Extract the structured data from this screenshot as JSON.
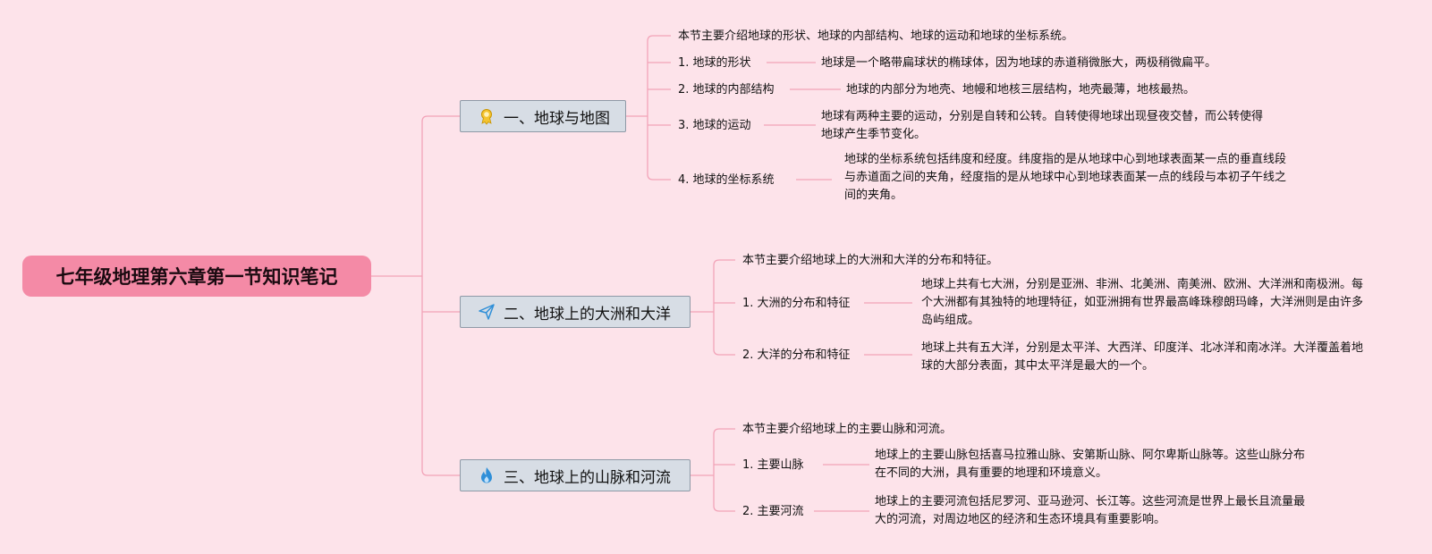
{
  "root": {
    "title": "七年级地理第六章第一节知识笔记"
  },
  "branches": [
    {
      "title": "一、地球与地图",
      "icon": "award-icon",
      "intro": "本节主要介绍地球的形状、地球的内部结构、地球的运动和地球的坐标系统。",
      "items": [
        {
          "label": "1. 地球的形状",
          "desc": "地球是一个略带扁球状的椭球体，因为地球的赤道稍微胀大，两极稍微扁平。"
        },
        {
          "label": "2. 地球的内部结构",
          "desc": "地球的内部分为地壳、地幔和地核三层结构，地壳最薄，地核最热。"
        },
        {
          "label": "3. 地球的运动",
          "desc": "地球有两种主要的运动，分别是自转和公转。自转使得地球出现昼夜交替，而公转使得地球产生季节变化。"
        },
        {
          "label": "4. 地球的坐标系统",
          "desc": "地球的坐标系统包括纬度和经度。纬度指的是从地球中心到地球表面某一点的垂直线段与赤道面之间的夹角，经度指的是从地球中心到地球表面某一点的线段与本初子午线之间的夹角。"
        }
      ]
    },
    {
      "title": "二、地球上的大洲和大洋",
      "icon": "send-icon",
      "intro": "本节主要介绍地球上的大洲和大洋的分布和特征。",
      "items": [
        {
          "label": "1. 大洲的分布和特征",
          "desc": "地球上共有七大洲，分别是亚洲、非洲、北美洲、南美洲、欧洲、大洋洲和南极洲。每个大洲都有其独特的地理特征，如亚洲拥有世界最高峰珠穆朗玛峰，大洋洲则是由许多岛屿组成。"
        },
        {
          "label": "2. 大洋的分布和特征",
          "desc": "地球上共有五大洋，分别是太平洋、大西洋、印度洋、北冰洋和南冰洋。大洋覆盖着地球的大部分表面，其中太平洋是最大的一个。"
        }
      ]
    },
    {
      "title": "三、地球上的山脉和河流",
      "icon": "flame-icon",
      "intro": "本节主要介绍地球上的主要山脉和河流。",
      "items": [
        {
          "label": "1. 主要山脉",
          "desc": "地球上的主要山脉包括喜马拉雅山脉、安第斯山脉、阿尔卑斯山脉等。这些山脉分布在不同的大洲，具有重要的地理和环境意义。"
        },
        {
          "label": "2. 主要河流",
          "desc": "地球上的主要河流包括尼罗河、亚马逊河、长江等。这些河流是世界上最长且流量最大的河流，对周边地区的经济和生态环境具有重要影响。"
        }
      ]
    }
  ],
  "colors": {
    "line": "#f2a3b8",
    "background": "#fde3ea",
    "root": "#f48aa6",
    "branch": "#d7dde5"
  }
}
